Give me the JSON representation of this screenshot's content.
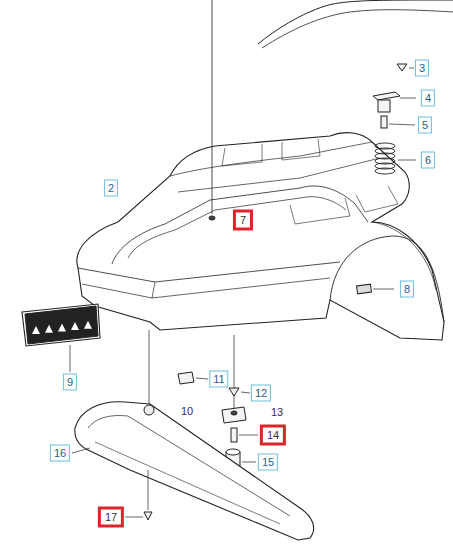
{
  "diagram": {
    "labels": [
      "3",
      "4",
      "5",
      "6",
      "2",
      "7",
      "8",
      "9",
      "11",
      "12",
      "10",
      "13",
      "14",
      "15",
      "16",
      "17"
    ]
  }
}
